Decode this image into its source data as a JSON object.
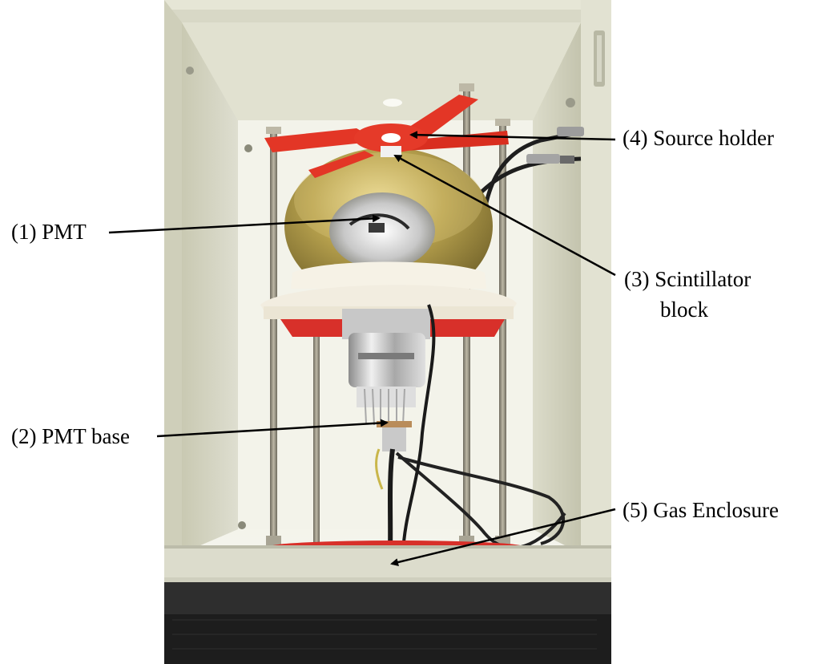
{
  "labels": {
    "pmt": "(1) PMT",
    "pmt_base": "(2) PMT base",
    "scintillator_line1": "(3) Scintillator",
    "scintillator_line2": "block",
    "source_holder": "(4) Source holder",
    "gas_enclosure": "(5) Gas Enclosure"
  }
}
